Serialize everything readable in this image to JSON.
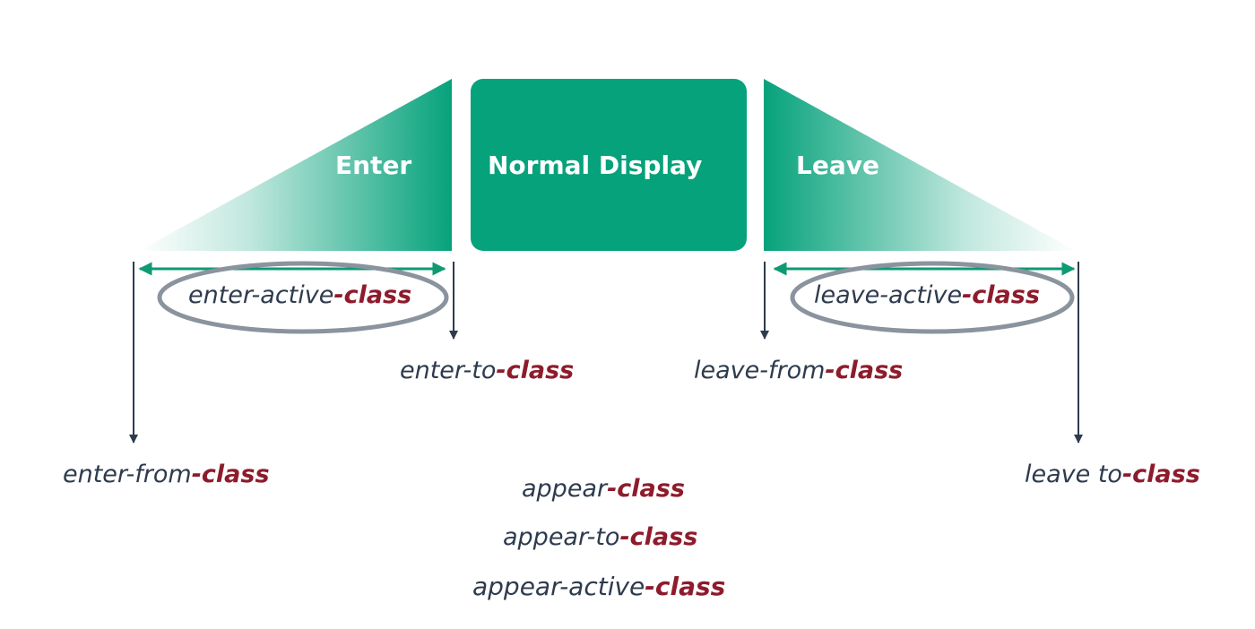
{
  "phases": {
    "enter": "Enter",
    "normal": "Normal Display",
    "leave": "Leave"
  },
  "labels": {
    "enter_active": {
      "prefix": "enter-active",
      "suffix": "-class"
    },
    "enter_to": {
      "prefix": "enter-to",
      "suffix": "-class"
    },
    "enter_from": {
      "prefix": "enter-from",
      "suffix": "-class"
    },
    "leave_active": {
      "prefix": "leave-active",
      "suffix": "-class"
    },
    "leave_from": {
      "prefix": "leave-from",
      "suffix": "-class"
    },
    "leave_to": {
      "prefix": "leave to",
      "suffix": "-class"
    },
    "appear": {
      "prefix": "appear",
      "suffix": "-class"
    },
    "appear_to": {
      "prefix": "appear-to",
      "suffix": "-class"
    },
    "appear_active": {
      "prefix": "appear-active",
      "suffix": "-class"
    }
  },
  "colors": {
    "green": "#06a27b",
    "arrow_green": "#0e9a73",
    "arrow_dark": "#2e3b4e",
    "ellipse": "#8a939e",
    "label_text": "#2e3b4e",
    "class_suffix": "#8e1b2c"
  }
}
